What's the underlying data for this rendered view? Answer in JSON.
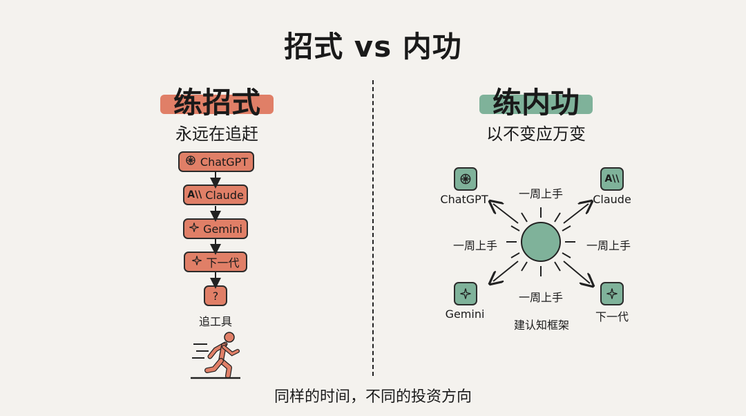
{
  "title": "招式 vs 内功",
  "left": {
    "heading": "练招式",
    "subtitle": "永远在追赶",
    "chain": [
      {
        "label": "ChatGPT",
        "icon": "openai-icon"
      },
      {
        "label": "Claude",
        "icon": "anthropic-icon"
      },
      {
        "label": "Gemini",
        "icon": "sparkle-icon"
      },
      {
        "label": "下一代",
        "icon": "sparkle-icon"
      },
      {
        "label": "?",
        "icon": ""
      }
    ],
    "caption": "追工具",
    "accent_color": "#e07f67"
  },
  "right": {
    "heading": "练内功",
    "subtitle": "以不变应万变",
    "tools": [
      {
        "label": "ChatGPT",
        "icon": "openai-icon"
      },
      {
        "label": "Claude",
        "icon": "anthropic-icon"
      },
      {
        "label": "Gemini",
        "icon": "sparkle-icon"
      },
      {
        "label": "下一代",
        "icon": "sparkle-icon"
      }
    ],
    "arrow_labels": [
      "一周上手",
      "一周上手",
      "一周上手",
      "一周上手"
    ],
    "center_caption": "建认知框架",
    "accent_color": "#7fb29a"
  },
  "footer": "同样的时间，不同的投资方向"
}
